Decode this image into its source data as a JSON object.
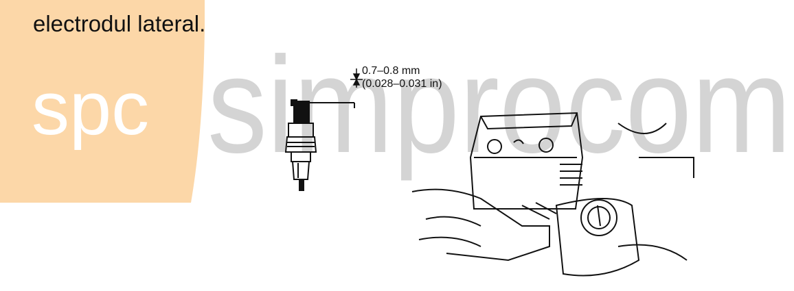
{
  "document": {
    "text": "electrodul lateral."
  },
  "figure": {
    "gap_metric": "0.7–0.8 mm",
    "gap_imperial": "(0.028–0.031 in)"
  },
  "watermark": {
    "logo_text": "spc",
    "brand_text": "simprocom",
    "logo_color": "#FCD7A8",
    "brand_color": "#D2D2D2"
  }
}
